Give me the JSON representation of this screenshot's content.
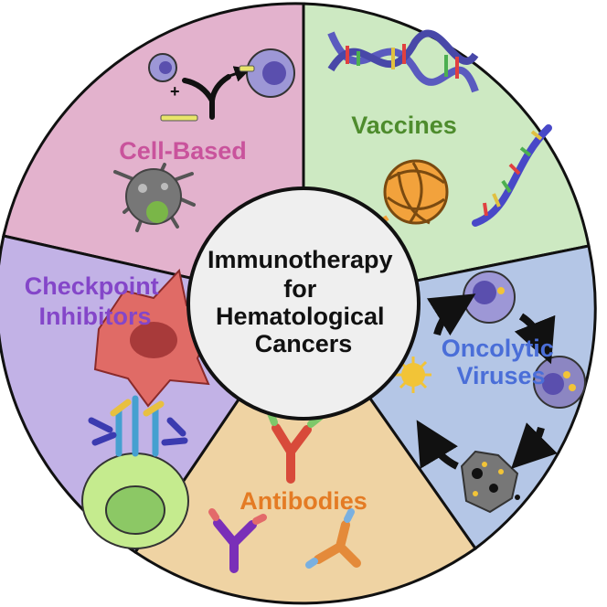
{
  "center": {
    "lines": [
      "Immunotherapy",
      "for",
      "Hematological",
      "Cancers"
    ],
    "color": "#111111"
  },
  "segments": {
    "cell_based": {
      "label_lines": [
        "Cell-Based"
      ],
      "fill": "#e3b2cd",
      "text_color": "#c9539c"
    },
    "vaccines": {
      "label_lines": [
        "Vaccines"
      ],
      "fill": "#cde9c2",
      "text_color": "#4e8c2d"
    },
    "oncolytic": {
      "label_lines": [
        "Oncolytic",
        "Viruses"
      ],
      "fill": "#b4c6e6",
      "text_color": "#4a6ed8"
    },
    "antibodies": {
      "label_lines": [
        "Antibodies"
      ],
      "fill": "#efd3a3",
      "text_color": "#e47b24"
    },
    "checkpoint": {
      "label_lines": [
        "Checkpoint",
        "Inhibitors"
      ],
      "fill": "#c2b2e6",
      "text_color": "#8446c9"
    }
  },
  "icons": [
    "t-cell-receptor-icon",
    "dendritic-cell-icon",
    "dna-double-helix-icon",
    "rna-coil-icon",
    "mrna-strand-icon",
    "virus-particle-icon",
    "cycle-arrows-icon",
    "antibody-icon",
    "tumor-cell-icon",
    "checkpoint-receptor-icon"
  ]
}
